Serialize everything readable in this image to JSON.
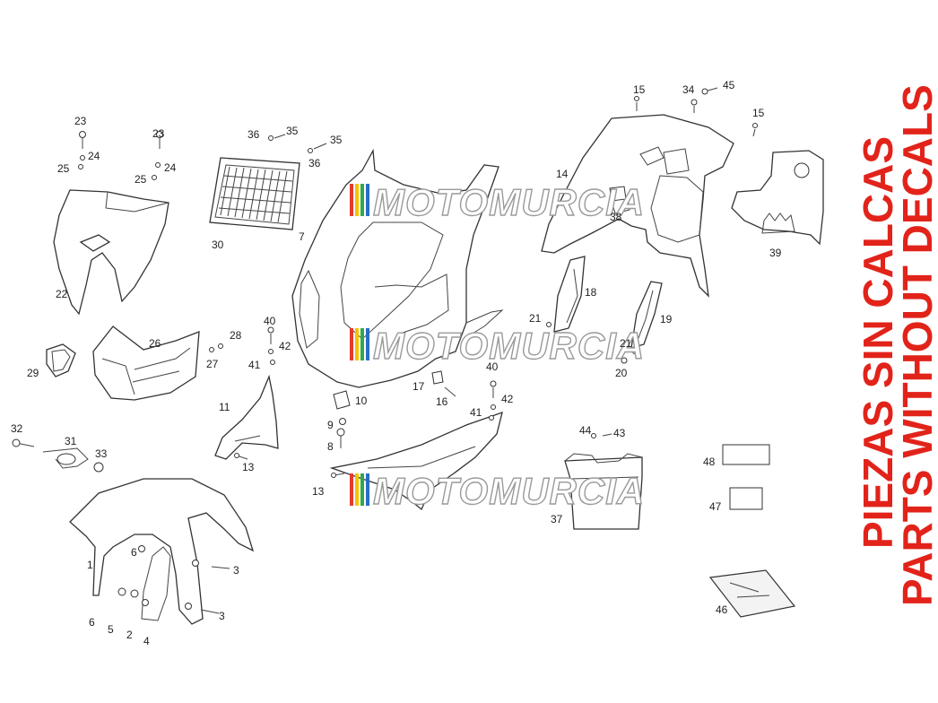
{
  "notice": {
    "line1": "PIEZAS SIN CALCAS",
    "line2": "PARTS WITHOUT DECALS",
    "color": "#e2231a"
  },
  "watermark": {
    "text": "MOTOMURCIA",
    "stripe_colors": [
      "#e63a2e",
      "#f2c500",
      "#2fa84f",
      "#2b6cc4"
    ]
  },
  "callouts": [
    "1",
    "2",
    "3",
    "3",
    "4",
    "5",
    "6",
    "6",
    "7",
    "8",
    "9",
    "10",
    "11",
    "13",
    "13",
    "14",
    "15",
    "15",
    "16",
    "17",
    "18",
    "19",
    "20",
    "21",
    "21",
    "22",
    "23",
    "23",
    "24",
    "24",
    "25",
    "25",
    "26",
    "27",
    "28",
    "29",
    "30",
    "31",
    "32",
    "33",
    "34",
    "35",
    "35",
    "36",
    "36",
    "37",
    "38",
    "39",
    "40",
    "40",
    "41",
    "41",
    "42",
    "42",
    "43",
    "44",
    "45",
    "46",
    "47",
    "48"
  ]
}
